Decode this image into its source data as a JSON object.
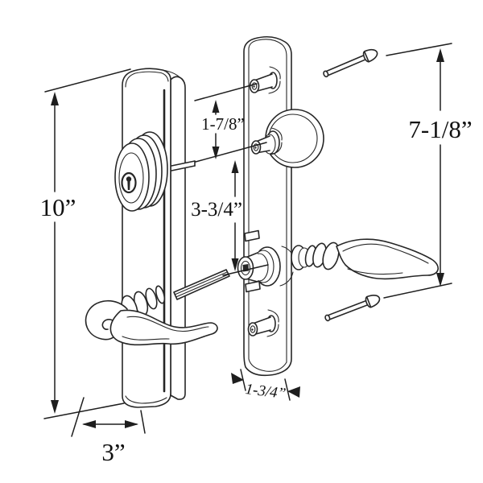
{
  "diagram": {
    "background": "#ffffff",
    "ink_color": "#262626",
    "dimensions": {
      "plate_height": "10”",
      "plate_width": "3”",
      "top_hole_spacing": "1-7/8”",
      "center_hole_spacing": "3-3/4”",
      "screw_spacing": "7-1/8”",
      "narrow_plate_width": "1-3/4”"
    }
  }
}
